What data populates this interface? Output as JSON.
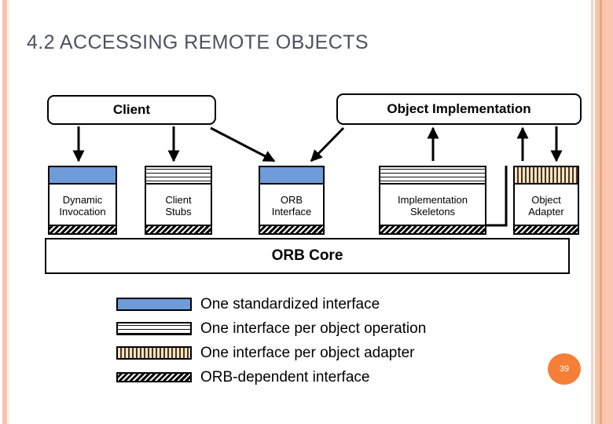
{
  "slide": {
    "title": "4.2 ACCESSING REMOTE OBJECTS",
    "page_number": "39"
  },
  "theme": {
    "border_peach": "#f8c5ae",
    "border_peach_dark": "#e8a57f",
    "title_color": "#4a5360",
    "badge_color": "#f57f37",
    "swatch_blue": "#6f9bd8",
    "swatch_tan": "#f2e2c8"
  },
  "diagram": {
    "headers": [
      {
        "id": "client",
        "label": "Client"
      },
      {
        "id": "object-implementation",
        "label": "Object Implementation"
      }
    ],
    "components": [
      {
        "id": "dynamic-invocation",
        "line1": "Dynamic",
        "line2": "Invocation",
        "top_fill": "blue",
        "bottom_fill": "diagonal"
      },
      {
        "id": "client-stubs",
        "line1": "Client",
        "line2": "Stubs",
        "top_fill": "dashed",
        "bottom_fill": "diagonal"
      },
      {
        "id": "orb-interface",
        "line1": "ORB",
        "line2": "Interface",
        "top_fill": "blue",
        "bottom_fill": "diagonal"
      },
      {
        "id": "implementation-skeletons",
        "line1": "Implementation",
        "line2": "Skeletons",
        "top_fill": "dashed",
        "bottom_fill": "diagonal"
      },
      {
        "id": "object-adapter",
        "line1": "Object",
        "line2": "Adapter",
        "top_fill": "vertical-stripe",
        "bottom_fill": "diagonal"
      }
    ],
    "orb_core": {
      "id": "orb-core",
      "label": "ORB Core"
    }
  },
  "legend": {
    "items": [
      {
        "pattern": "solid-blue",
        "label": "One standardized interface"
      },
      {
        "pattern": "dashed-lines",
        "label": "One interface per object operation"
      },
      {
        "pattern": "vertical-stripe",
        "label": "One interface per object adapter"
      },
      {
        "pattern": "diagonal-stripe",
        "label": "ORB-dependent interface"
      }
    ]
  }
}
